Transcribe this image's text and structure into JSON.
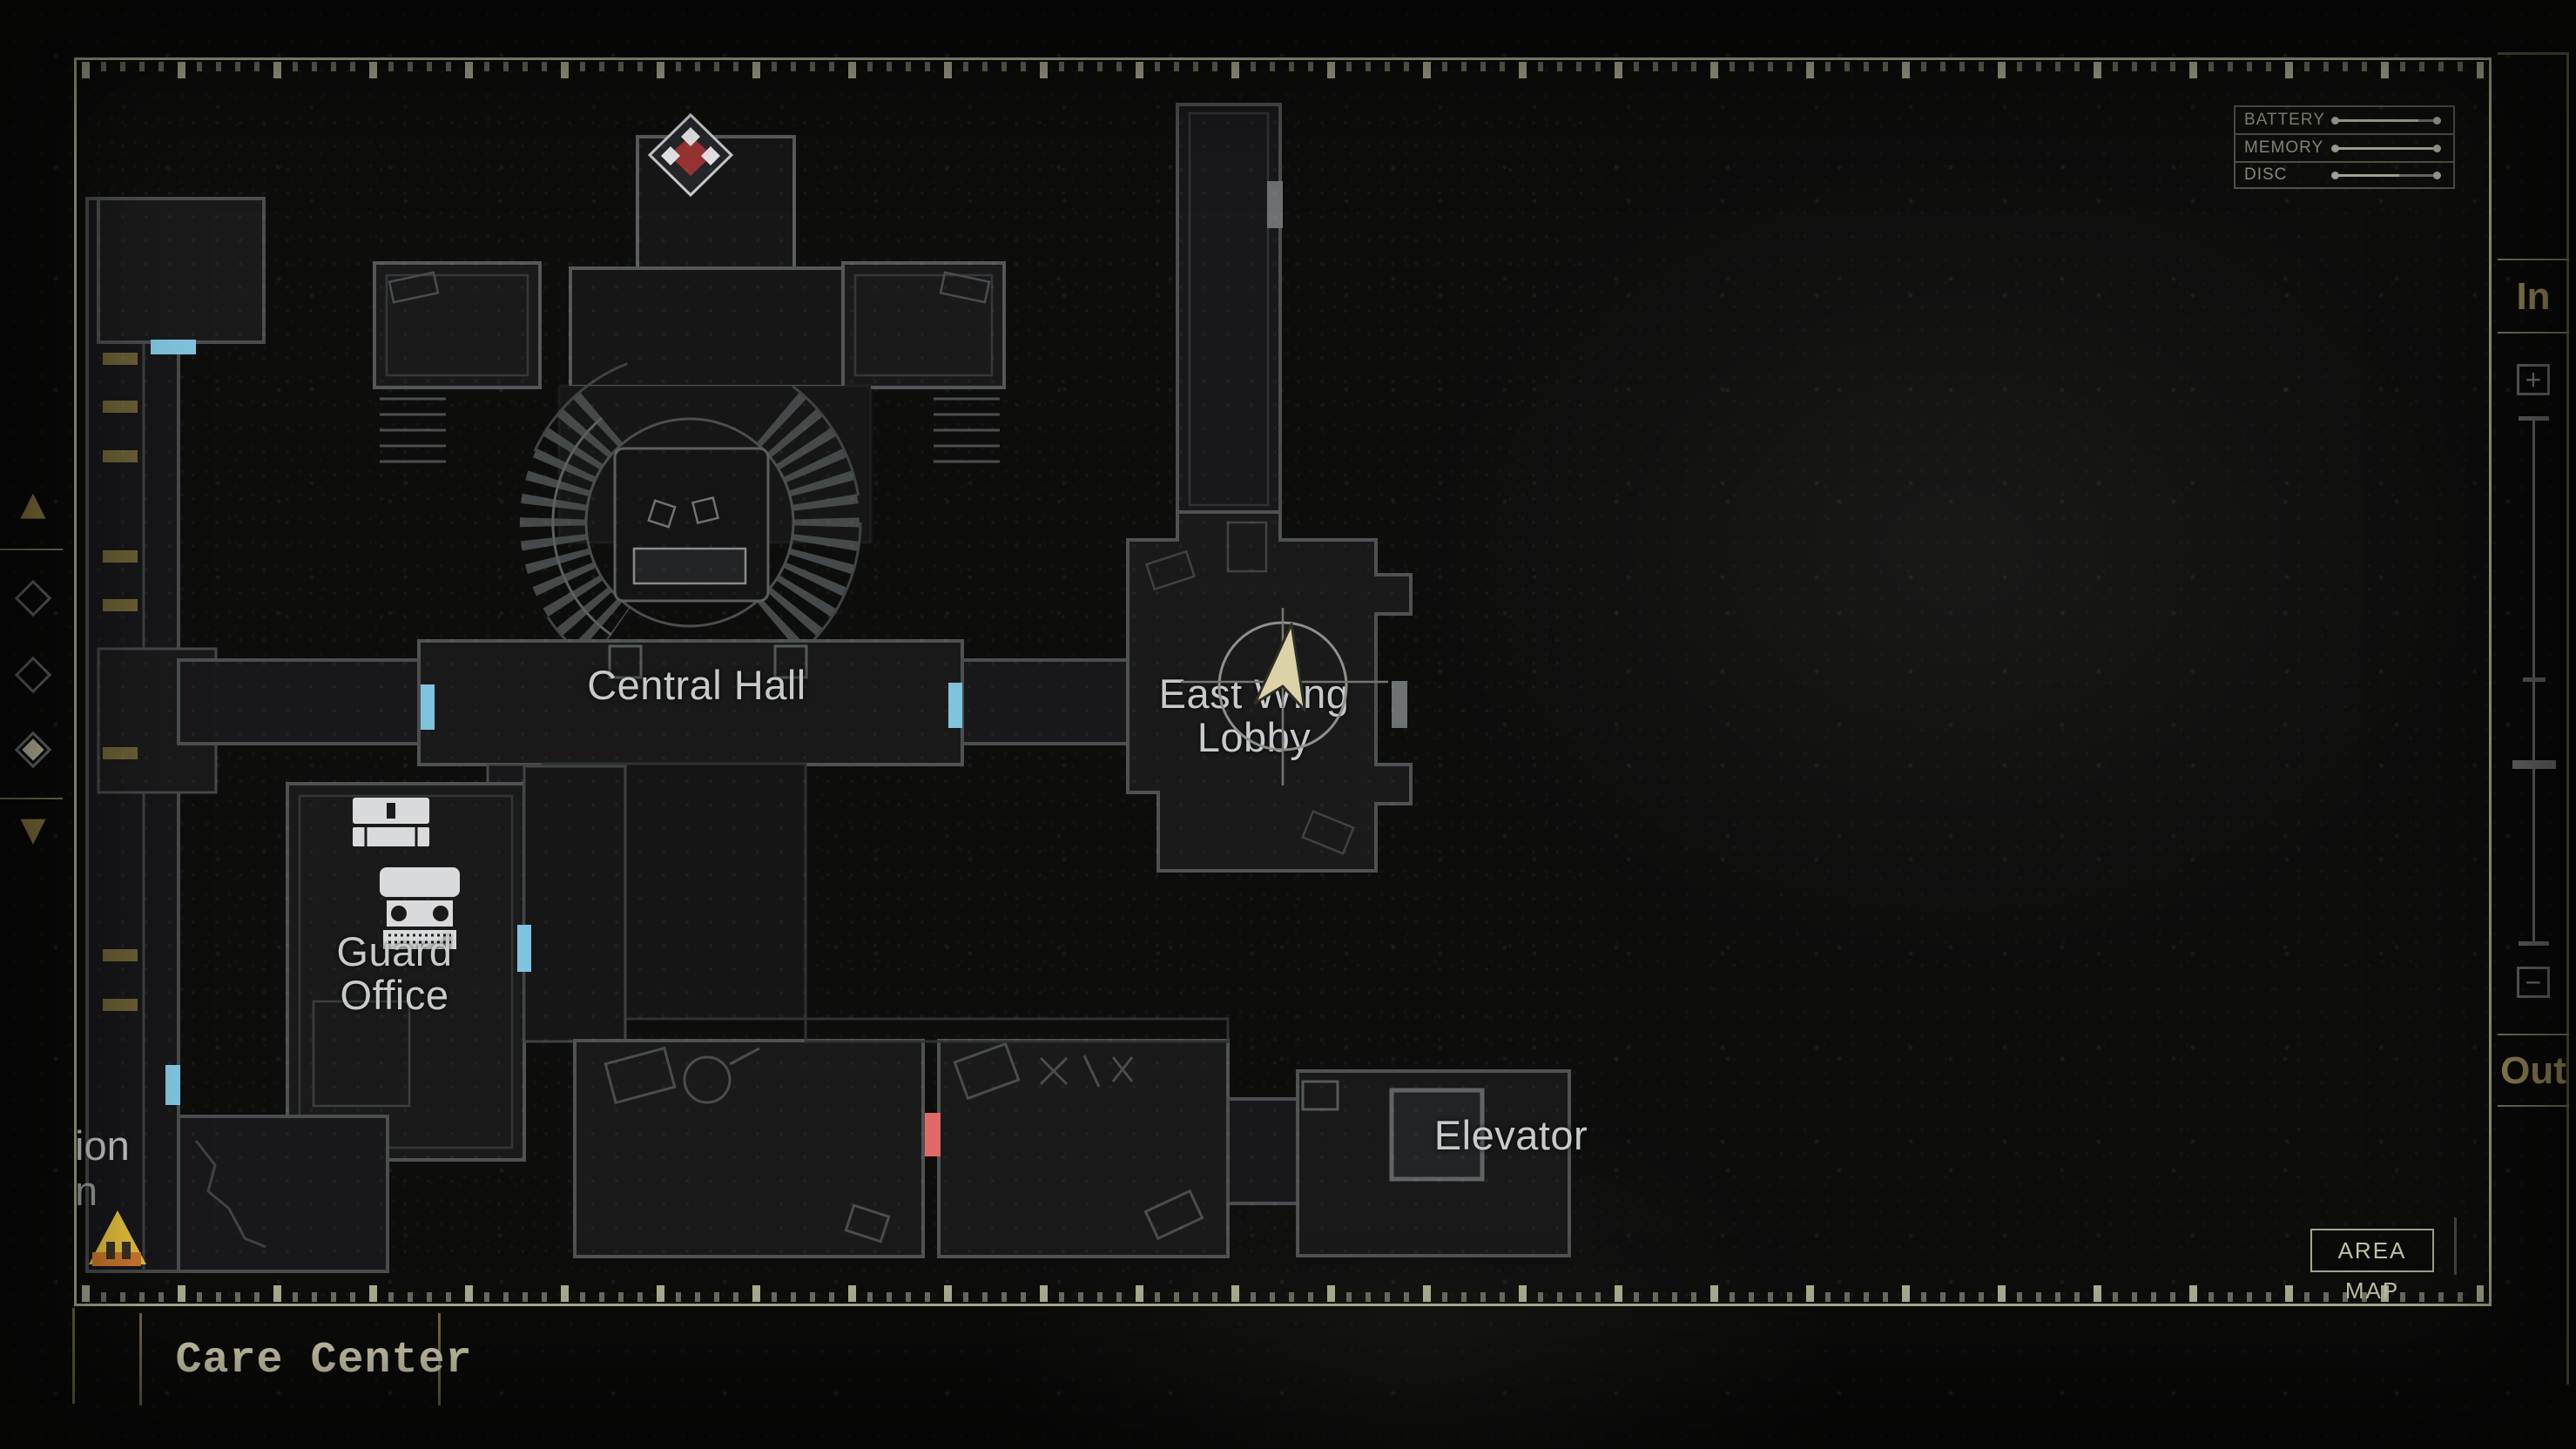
{
  "gauges": {
    "items": [
      {
        "label": "BATTERY",
        "value_pct": 80
      },
      {
        "label": "MEMORY",
        "value_pct": 95
      },
      {
        "label": "DISC",
        "value_pct": 62
      }
    ]
  },
  "zoom_panel": {
    "in_label": "In",
    "out_label": "Out",
    "zoom_in_glyph": "+",
    "zoom_out_glyph": "−"
  },
  "floor_selector": {
    "up_glyph": "▲",
    "down_glyph": "▼"
  },
  "map": {
    "title": "Care Center",
    "area_button_label": "AREA MAP",
    "labels": {
      "central_hall": "Central Hall",
      "east_wing_line1": "East Wing",
      "east_wing_line2": "Lobby",
      "guard_office_line1": "Guard",
      "guard_office_line2": "Office",
      "elevator": "Elevator",
      "clipped_room_line1": "ion",
      "clipped_room_line2": "n"
    },
    "legend_colors": {
      "door_unlocked": "#7fc3dc",
      "door_locked": "#df6a66",
      "door_unexplored": "#6e7173",
      "objective": "#e6c33c"
    }
  }
}
